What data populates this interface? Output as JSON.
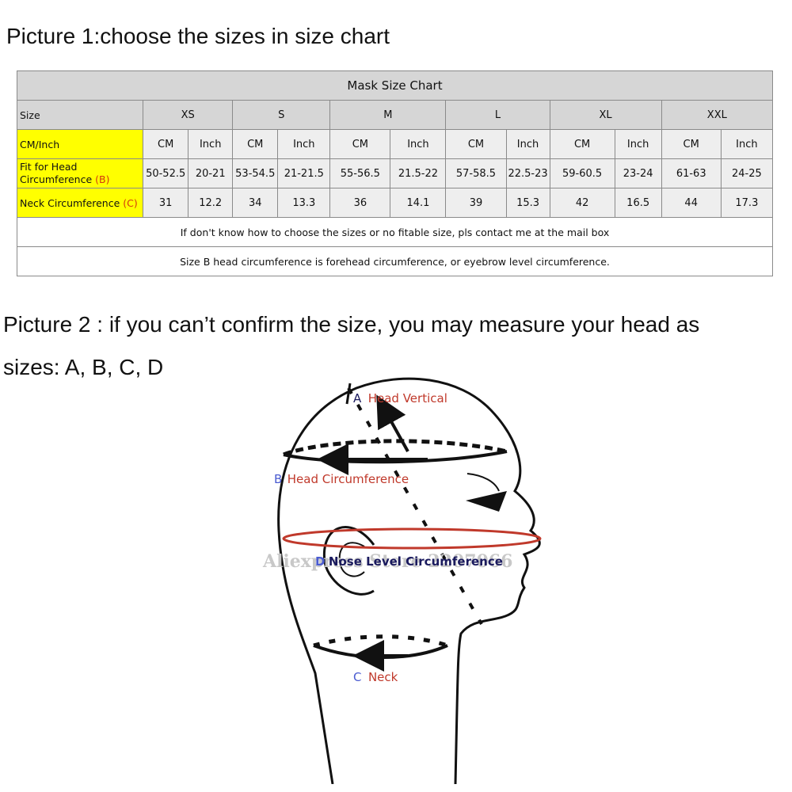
{
  "headings": {
    "picture1": "Picture 1:choose the sizes in size chart",
    "picture2_line1": "Picture 2 : if you can’t confirm the size, you may measure your head as",
    "picture2_line2": "sizes: A, B, C, D"
  },
  "size_chart": {
    "title": "Mask Size Chart",
    "size_label": "Size",
    "unit_label": "CM/Inch",
    "head_label_line1": "Fit for Head",
    "head_label_line2": "Circumference ",
    "head_label_marker": "(B)",
    "neck_label": "Neck Circumference ",
    "neck_label_marker": "(C)",
    "sizes": [
      "XS",
      "S",
      "M",
      "L",
      "XL",
      "XXL"
    ],
    "units": [
      "CM",
      "Inch",
      "CM",
      "Inch",
      "CM",
      "Inch",
      "CM",
      "Inch",
      "CM",
      "Inch",
      "CM",
      "Inch"
    ],
    "head": [
      "50-52.5",
      "20-21",
      "53-54.5",
      "21-21.5",
      "55-56.5",
      "21.5-22",
      "57-58.5",
      "22.5-23",
      "59-60.5",
      "23-24",
      "61-63",
      "24-25"
    ],
    "neck": [
      "31",
      "12.2",
      "34",
      "13.3",
      "36",
      "14.1",
      "39",
      "15.3",
      "42",
      "16.5",
      "44",
      "17.3"
    ],
    "note1": "If don't know how to choose the sizes or no fitable size, pls contact me at the mail box",
    "note2": "Size B head circumference is forehead circumference, or eyebrow level circumference."
  },
  "diagram": {
    "a_letter": "A",
    "a_text": "Head Vertical",
    "b_letter": "B",
    "b_text": "Head Circumference",
    "c_letter": "C",
    "c_text": "Neck",
    "d_letter": "D",
    "d_text": "Nose Level Circumference",
    "watermark": "Aliexpress Store 2207066"
  }
}
